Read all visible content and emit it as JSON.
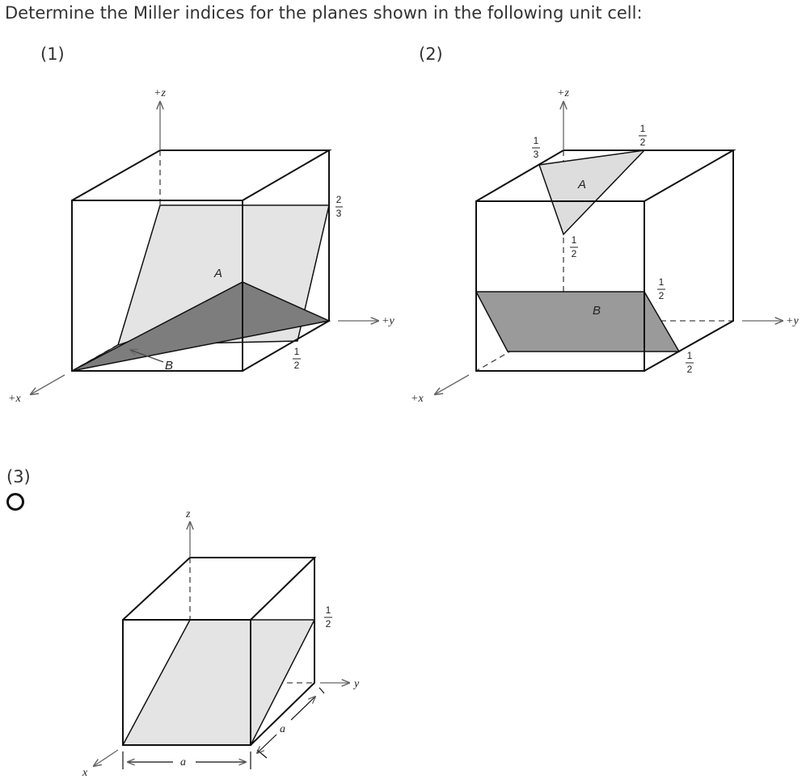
{
  "question": "Determine the Miller indices for the planes shown in the following unit cell:",
  "parts": [
    {
      "label": "(1)",
      "axes": {
        "z": "+z",
        "y": "+y",
        "x": "+x"
      },
      "plane_labels": [
        "A",
        "B"
      ],
      "fractions": [
        {
          "num": "2",
          "den": "3"
        },
        {
          "num": "1",
          "den": "2"
        }
      ]
    },
    {
      "label": "(2)",
      "axes": {
        "z": "+z",
        "y": "+y",
        "x": "+x"
      },
      "plane_labels": [
        "A",
        "B"
      ],
      "fractions": [
        {
          "num": "1",
          "den": "3"
        },
        {
          "num": "1",
          "den": "2"
        },
        {
          "num": "1",
          "den": "2"
        },
        {
          "num": "1",
          "den": "2"
        },
        {
          "num": "1",
          "den": "2"
        }
      ]
    },
    {
      "label": "(3)",
      "axes": {
        "z": "z",
        "y": "y",
        "x": "x"
      },
      "edge_labels": [
        "a",
        "a"
      ],
      "fractions": [
        {
          "num": "1",
          "den": "2"
        }
      ]
    }
  ]
}
